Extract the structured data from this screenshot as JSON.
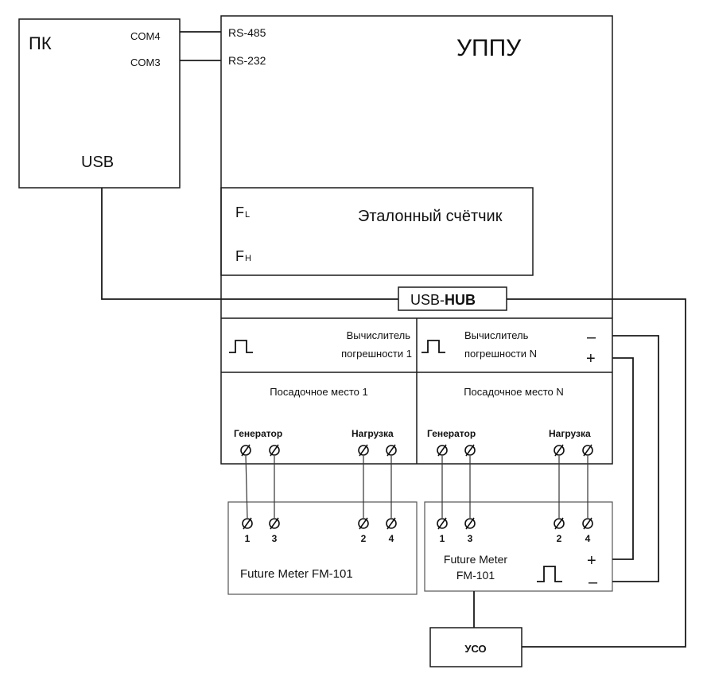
{
  "pc": {
    "title": "ПК",
    "com4": "COM4",
    "com3": "COM3",
    "usb": "USB"
  },
  "uppu": {
    "title": "УППУ",
    "rs485": "RS-485",
    "rs232": "RS-232"
  },
  "reference_meter": {
    "title": "Эталонный счётчик",
    "fl_main": "F",
    "fl_sub": "L",
    "fh_main": "F",
    "fh_sub": "H"
  },
  "usb_hub": {
    "prefix": "USB-",
    "bold": "HUB"
  },
  "calculator_1": {
    "line1": "Вычислитель",
    "line2": "погрешности 1"
  },
  "calculator_n": {
    "line1": "Вычислитель",
    "line2": "погрешности N",
    "minus": "–",
    "plus": "+"
  },
  "seat_1": {
    "title": "Посадочное место 1",
    "generator": "Генератор",
    "load": "Нагрузка"
  },
  "seat_n": {
    "title": "Посадочное место N",
    "generator": "Генератор",
    "load": "Нагрузка"
  },
  "meter_1": {
    "label": "Future Meter FM-101",
    "pins": [
      "1",
      "3",
      "2",
      "4"
    ]
  },
  "meter_n": {
    "line1": "Future Meter",
    "line2": "FM-101",
    "pins": [
      "1",
      "3",
      "2",
      "4"
    ],
    "plus": "+",
    "minus": "–"
  },
  "uso": {
    "label": "УСО"
  }
}
